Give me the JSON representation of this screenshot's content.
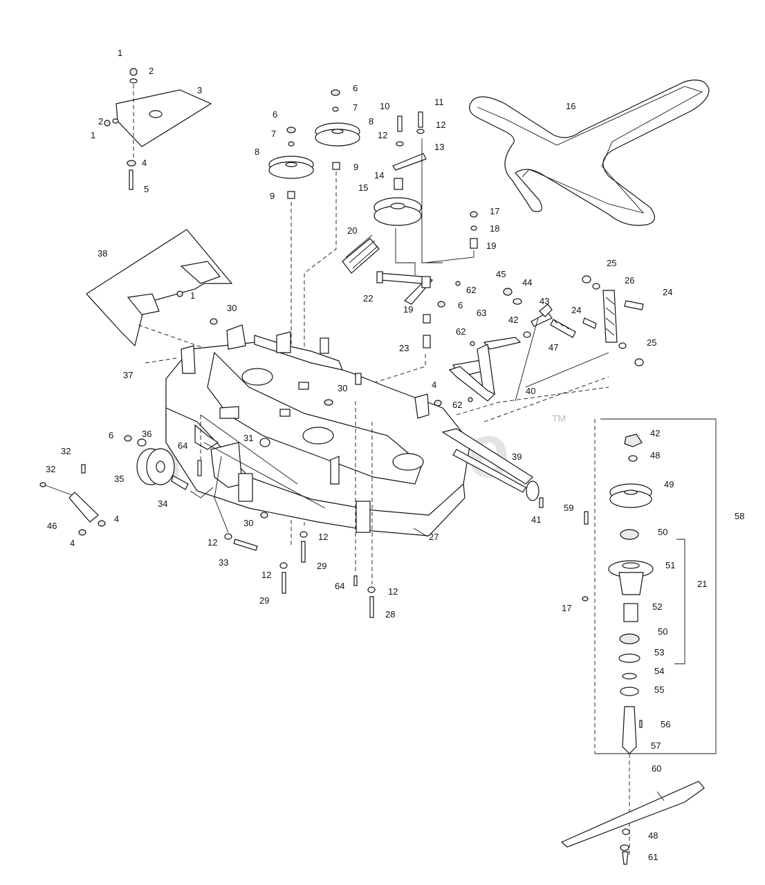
{
  "watermark": {
    "text": "PartsTree",
    "trademark": "TM"
  },
  "callouts": {
    "c1a": "1",
    "c2a": "2",
    "c3": "3",
    "c2b": "2",
    "c1b": "1",
    "c4a": "4",
    "c5": "5",
    "c6a": "6",
    "c7a": "7",
    "c8a": "8",
    "c9a": "9",
    "c6b": "6",
    "c7b": "7",
    "c8b": "8",
    "c9b": "9",
    "c10": "10",
    "c11": "11",
    "c12a": "12",
    "c12b": "12",
    "c13": "13",
    "c14": "14",
    "c15": "15",
    "c16": "16",
    "c17a": "17",
    "c18": "18",
    "c19a": "19",
    "c20": "20",
    "c22": "22",
    "c62a": "62",
    "c6c": "6",
    "c19b": "19",
    "c23": "23",
    "c38": "38",
    "c1c": "1",
    "c30a": "30",
    "c45": "45",
    "c44": "44",
    "c43": "43",
    "c42a": "42",
    "c47": "47",
    "c25a": "25",
    "c26": "26",
    "c24a": "24",
    "c24b": "24",
    "c25b": "25",
    "c62b": "62",
    "c63": "63",
    "c40": "40",
    "c62c": "62",
    "c4b": "4",
    "c37": "37",
    "c30b": "30",
    "c6d": "6",
    "c36": "36",
    "c32a": "32",
    "c32b": "32",
    "c35": "35",
    "c64a": "64",
    "c31": "31",
    "c34": "34",
    "c46": "46",
    "c4c": "4",
    "c4d": "4",
    "c30c": "30",
    "c12c": "12",
    "c12d": "12",
    "c33": "33",
    "c12e": "12",
    "c29a": "29",
    "c29b": "29",
    "c27": "27",
    "c39": "39",
    "c41": "41",
    "c64b": "64",
    "c12f": "12",
    "c28": "28",
    "c42b": "42",
    "c48a": "48",
    "c49": "49",
    "c59": "59",
    "c50a": "50",
    "c58": "58",
    "c51": "51",
    "c21": "21",
    "c17b": "17",
    "c52": "52",
    "c50b": "50",
    "c53": "53",
    "c54": "54",
    "c55": "55",
    "c56": "56",
    "c57": "57",
    "c60": "60",
    "c48b": "48",
    "c61": "61"
  }
}
